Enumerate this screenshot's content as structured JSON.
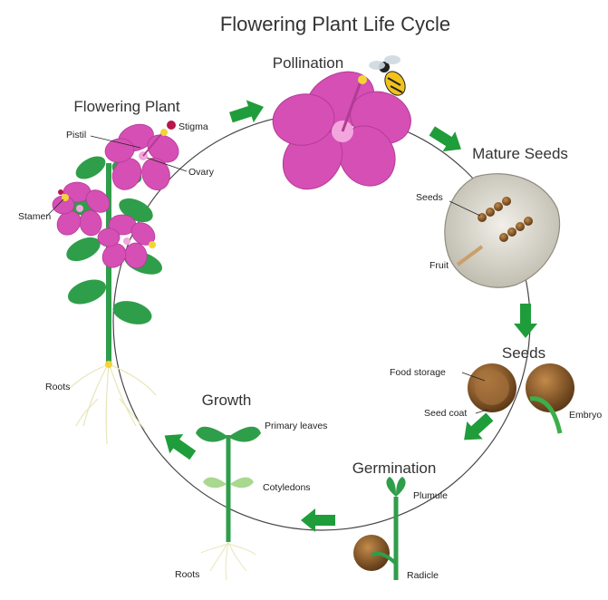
{
  "title": "Flowering Plant Life Cycle",
  "stages": {
    "pollination": "Pollination",
    "mature_seeds": "Mature Seeds",
    "seeds": "Seeds",
    "germination": "Germination",
    "growth": "Growth",
    "flowering_plant": "Flowering Plant"
  },
  "parts": {
    "stigma": "Stigma",
    "pistil": "Pistil",
    "ovary": "Ovary",
    "stamen": "Stamen",
    "roots_plant": "Roots",
    "seeds_label": "Seeds",
    "fruit": "Fruit",
    "food_storage": "Food storage",
    "seed_coat": "Seed coat",
    "embryo": "Embryo",
    "plumule": "Plumule",
    "radicle": "Radicle",
    "primary_leaves": "Primary leaves",
    "cotyledons": "Cotyledons",
    "roots_growth": "Roots"
  },
  "colors": {
    "arrow": "#1f9d3a",
    "petal": "#d64fb5",
    "petal_light": "#f3a6dd",
    "leaf": "#2f9e4a",
    "seed": "#8a5a2b",
    "pod": "#d9d6cc",
    "cycle_line": "#444444"
  }
}
